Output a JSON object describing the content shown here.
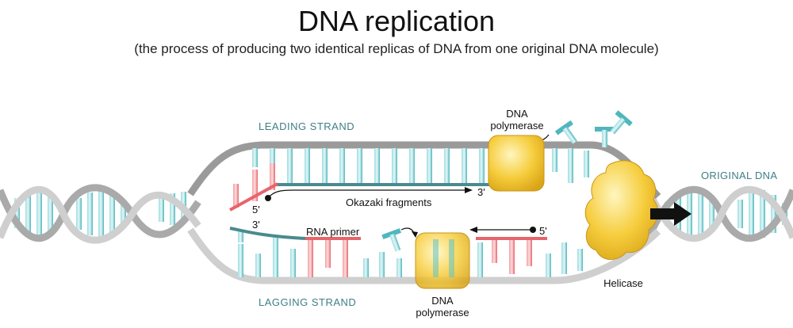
{
  "header": {
    "title": "DNA replication",
    "subtitle": "(the process of producing two identical replicas of DNA from one original DNA molecule)"
  },
  "labels": {
    "leading_strand": "LEADING STRAND",
    "lagging_strand": "LAGGING STRAND",
    "original_dna": "ORIGINAL DNA",
    "dna_polymerase_top_1": "DNA",
    "dna_polymerase_top_2": "polymerase",
    "dna_polymerase_bottom_1": "DNA",
    "dna_polymerase_bottom_2": "polymerase",
    "helicase": "Helicase",
    "okazaki_fragments": "Okazaki fragments",
    "rna_primer": "RNA primer",
    "five_prime_top": "5'",
    "three_prime_top": "3'",
    "three_prime_bottom": "3'",
    "five_prime_bottom": "5'"
  },
  "colors": {
    "backbone": "#9a9a9a",
    "base_teal": "#5fc4c9",
    "base_light": "#bfe8ea",
    "primer_red": "#f07a80",
    "polymerase_gold": "#f2c230",
    "new_strand": "#4a8a8f",
    "label_teal": "#3f7f86"
  }
}
